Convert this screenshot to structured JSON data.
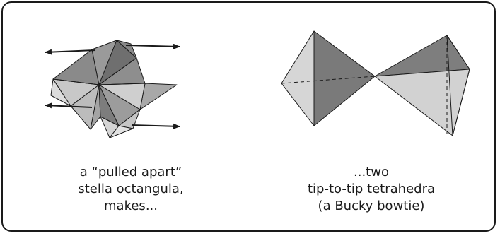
{
  "left_panel": {
    "caption_lines": [
      "a “pulled apart”",
      "stella octangula,",
      "makes..."
    ]
  },
  "right_panel": {
    "caption_lines": [
      "...two",
      "tip-to-tip tetrahedra",
      "(a Bucky bowtie)"
    ]
  },
  "colors": {
    "light_face": "#d0d0d0",
    "mid_face": "#a0a0a0",
    "dark_face": "#7a7a7a",
    "line": "#1a1a1a"
  }
}
